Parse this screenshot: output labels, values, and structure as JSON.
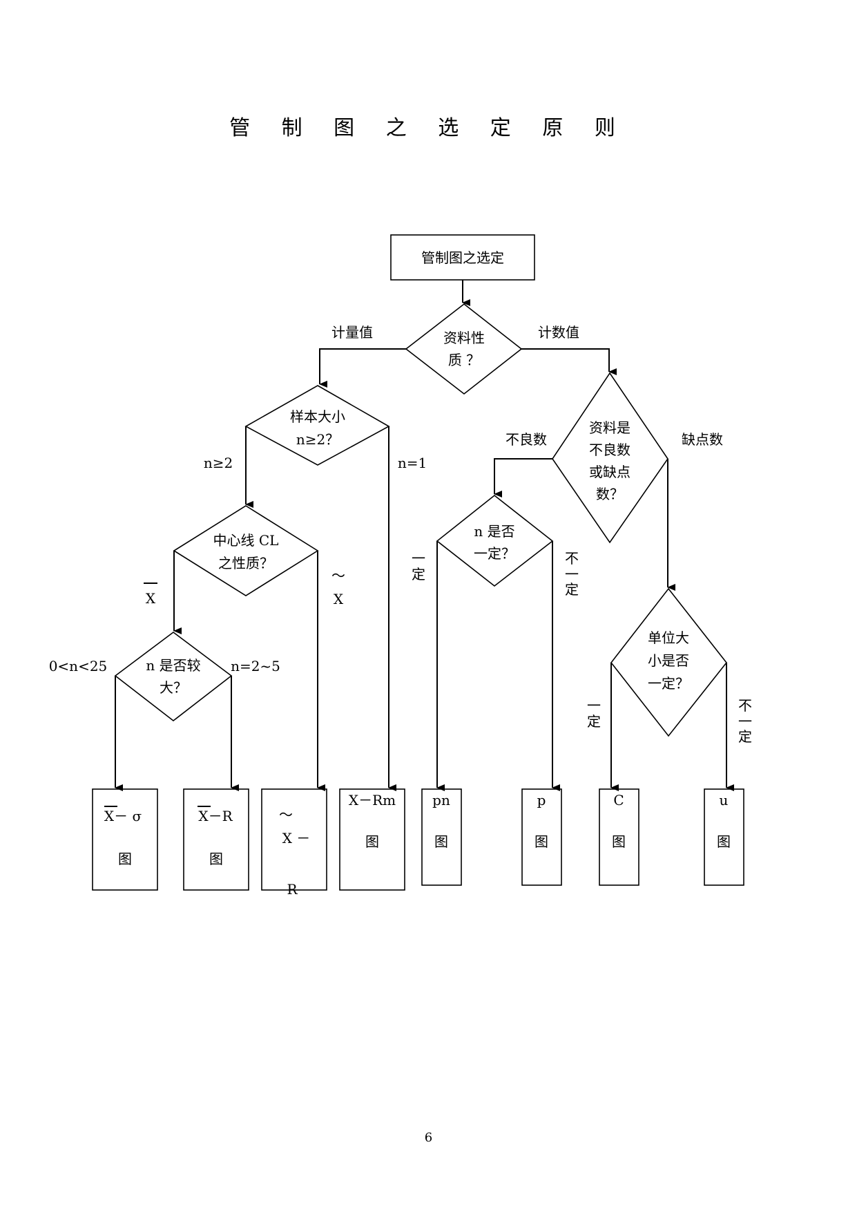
{
  "title": "管 制 图 之 选 定 原 则",
  "page_number": "6",
  "nodes": {
    "start": "管制图之选定",
    "data_nature": [
      "资料性",
      "质 ？"
    ],
    "sample_size": [
      "样本大小",
      "n≥2？"
    ],
    "defect_type": [
      "资料是",
      "不良数",
      "或缺点",
      "数？"
    ],
    "center_line": [
      "中心线 CL",
      "之性质？"
    ],
    "n_constant": [
      "n 是否",
      "一定？"
    ],
    "n_large": [
      "n 是否较",
      "大？"
    ],
    "unit_size": [
      "单位大",
      "小是否",
      "一定？"
    ]
  },
  "edges": {
    "variable": "计量值",
    "attribute": "计数值",
    "n_ge_2": "n≥2",
    "n_eq_1": "n=1",
    "defective": "不良数",
    "defects": "缺点数",
    "xbar": "X",
    "median": [
      "～",
      "X"
    ],
    "n_small": "0<n<25",
    "n_2_5": "n=2~5",
    "constant_v": [
      "一",
      "定"
    ],
    "not_constant_v": [
      "不",
      "一",
      "定"
    ],
    "constant_v2": [
      "一",
      "定"
    ],
    "not_constant_v2": [
      "不",
      "一",
      "定"
    ]
  },
  "results": {
    "xbar_sigma": {
      "line1": "X－ σ",
      "line2": "图"
    },
    "xbar_r": {
      "line1": "X－R",
      "line2": "图"
    },
    "median_r": {
      "line0": "～",
      "line1": "X －",
      "line2": "R"
    },
    "x_rm": {
      "line1": "X－Rm",
      "line2": "图"
    },
    "pn": {
      "line1": "pn",
      "line2": "图"
    },
    "p": {
      "line1": "p",
      "line2": "图"
    },
    "c": {
      "line1": "C",
      "line2": "图"
    },
    "u": {
      "line1": "u",
      "line2": "图"
    }
  }
}
